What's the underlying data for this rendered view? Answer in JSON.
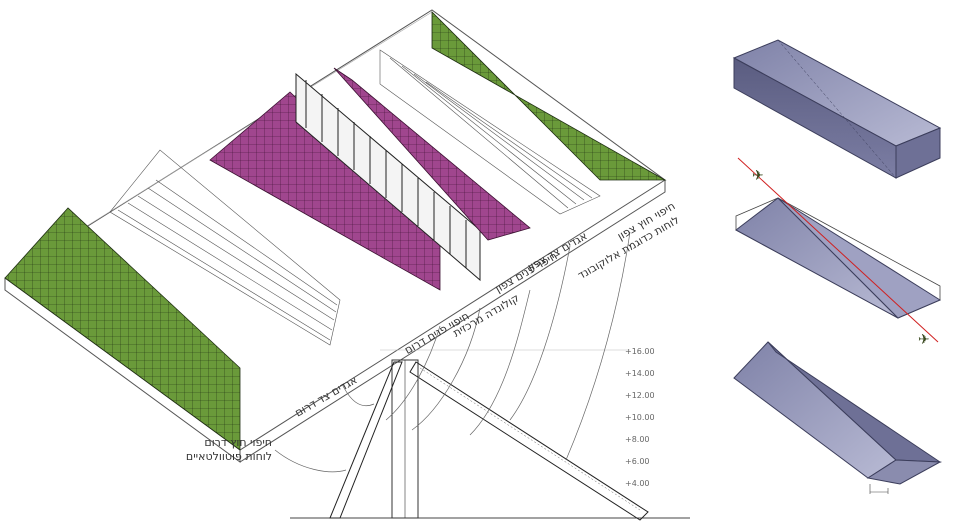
{
  "labels": {
    "north_outer": [
      "חיפוי חוץ צפון",
      "לוחות כדוגמת אלוקובונד"
    ],
    "north_ribs": "אגדים צד צפון",
    "north_inner": "חיפוי פנים צפון",
    "colonnade": "קולונדה מרכזית",
    "south_inner": "חיפוי פנים דרום",
    "south_ribs": "אגדים צד דרום",
    "south_outer": [
      "חיפוי חוץ דרום",
      "לוחות פוטוולטאיים"
    ]
  },
  "elevation_levels": [
    "+16.00",
    "+14.00",
    "+12.00",
    "+10.00",
    "+8.00",
    "+6.00",
    "+4.00"
  ],
  "colors": {
    "green_panels": "#6a9a3a",
    "magenta_panels": "#a0468e",
    "box_fill": "#8a8cae",
    "box_edge": "#3c3e5c",
    "axis_line": "#d02020",
    "frame_line": "#555555"
  }
}
